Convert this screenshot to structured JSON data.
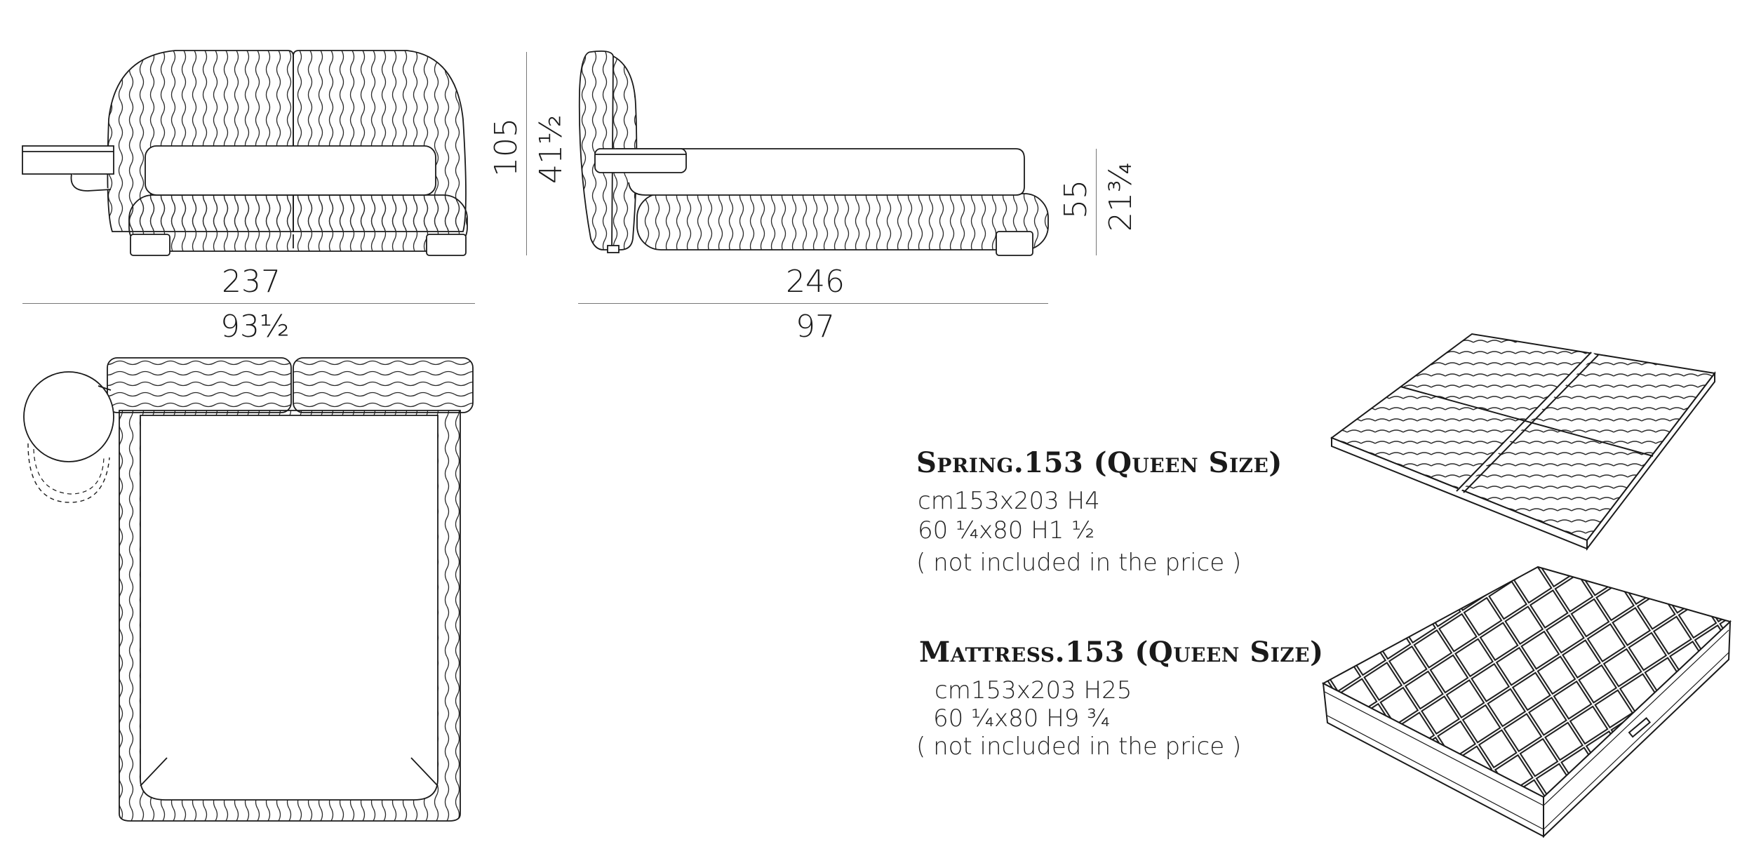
{
  "dimensions": {
    "front_width_cm": "237",
    "front_width_in": "93½",
    "height_cm": "105",
    "height_in": "41½",
    "side_length_cm": "246",
    "side_length_in": "97",
    "seat_height_cm": "55",
    "seat_height_in": "21¾"
  },
  "products": [
    {
      "title": "Spring.153 (Queen Size)",
      "line1": "cm153x203 H4",
      "line2": "60 ¼x80 H1 ½",
      "note": "( not included in the price )"
    },
    {
      "title": "Mattress.153 (Queen Size)",
      "line1": "cm153x203 H25",
      "line2": "60 ¼x80 H9 ¾",
      "note": "( not included in the price )"
    }
  ]
}
